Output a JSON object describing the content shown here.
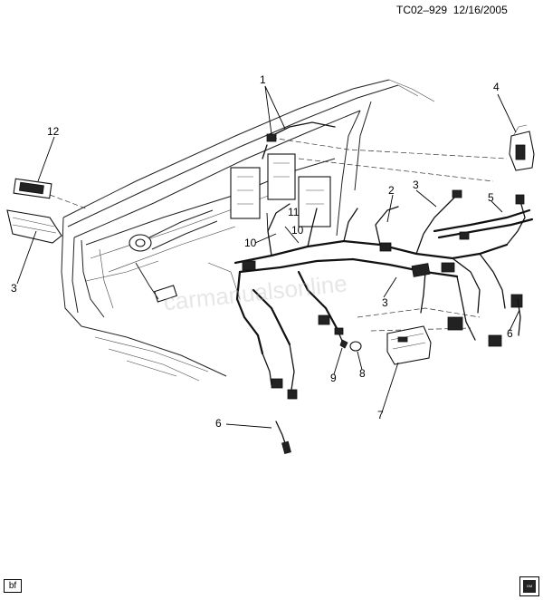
{
  "header": {
    "diagram_id": "TC02–929",
    "date": "12/16/2005"
  },
  "corner_label": "bf",
  "logo_text": "GM",
  "callouts": [
    "1",
    "2",
    "3",
    "3",
    "3",
    "4",
    "5",
    "6",
    "6",
    "7",
    "8",
    "9",
    "10",
    "10",
    "11",
    "12"
  ],
  "watermark_text": "carmanualsonline"
}
